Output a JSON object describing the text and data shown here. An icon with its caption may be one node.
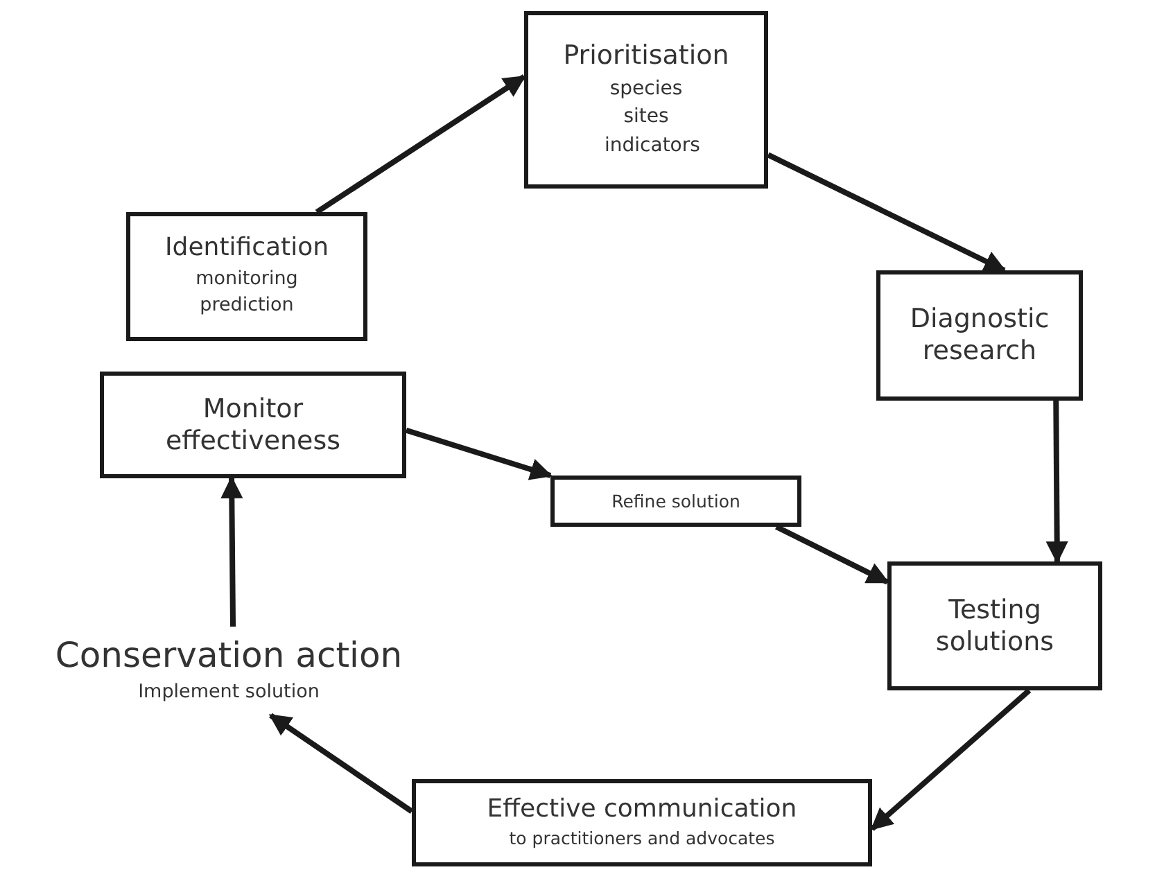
{
  "diagram": {
    "nodes": [
      {
        "text": [
          "Prioritisation",
          "species sites indicators"
        ]
      },
      {
        "text": [
          "Diagnostic research"
        ]
      },
      {
        "text": [
          "Testing solutions"
        ]
      },
      {
        "text": [
          "Effective communication",
          "to practitioners and advocates"
        ]
      },
      {
        "text": [
          "Conservation action",
          "Implement solution"
        ]
      },
      {
        "text": [
          "Monitor effectiveness"
        ]
      },
      {
        "text": [
          "Identification",
          "monitoring prediction"
        ]
      },
      {
        "text": [
          "Refine solution"
        ]
      }
    ],
    "edges": [
      {
        "from": 6,
        "to": 0,
        "arrow": "to"
      },
      {
        "from": 0,
        "to": 1,
        "arrow": "to"
      },
      {
        "from": 1,
        "to": 2,
        "arrow": "to"
      },
      {
        "from": 2,
        "to": 3,
        "arrow": "to"
      },
      {
        "from": 3,
        "to": 4,
        "arrow": "to"
      },
      {
        "from": 4,
        "to": 5,
        "arrow": "to"
      },
      {
        "from": 5,
        "to": 7,
        "arrow": "to"
      },
      {
        "from": 7,
        "to": 2,
        "arrow": "to"
      }
    ]
  }
}
